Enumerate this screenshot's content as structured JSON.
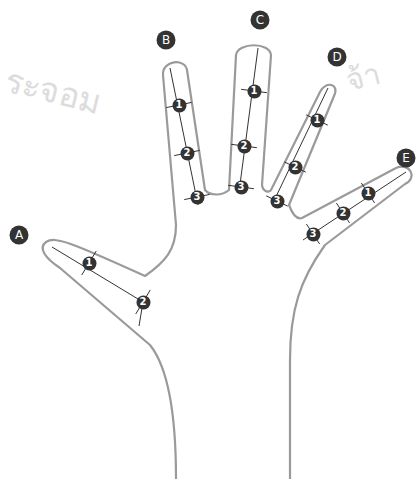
{
  "diagram": {
    "nodes": [
      {
        "text": [
          "A"
        ]
      },
      {
        "text": [
          "1"
        ]
      },
      {
        "text": [
          "2"
        ]
      },
      {
        "text": [
          "B"
        ]
      },
      {
        "text": [
          "1"
        ]
      },
      {
        "text": [
          "2"
        ]
      },
      {
        "text": [
          "3"
        ]
      },
      {
        "text": [
          "C"
        ]
      },
      {
        "text": [
          "1"
        ]
      },
      {
        "text": [
          "2"
        ]
      },
      {
        "text": [
          "3"
        ]
      },
      {
        "text": [
          "D"
        ]
      },
      {
        "text": [
          "1"
        ]
      },
      {
        "text": [
          "2"
        ]
      },
      {
        "text": [
          "3"
        ]
      },
      {
        "text": [
          "E"
        ]
      },
      {
        "text": [
          "1"
        ]
      },
      {
        "text": [
          "2"
        ]
      },
      {
        "text": [
          "3"
        ]
      }
    ],
    "labels": [
      "ระจอม",
      "จ้า"
    ]
  }
}
